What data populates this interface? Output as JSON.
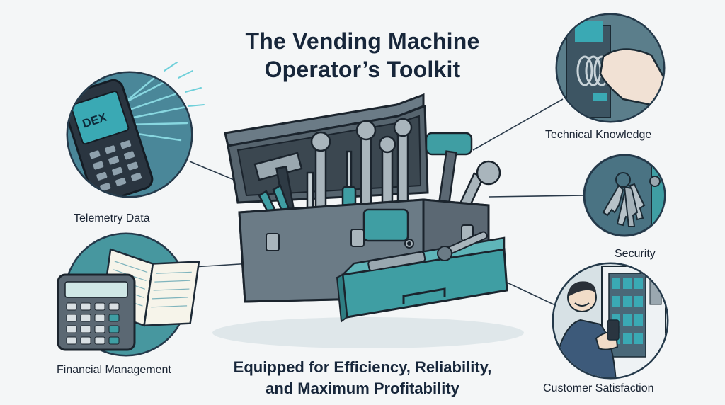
{
  "title": {
    "line1": "The Vending Machine",
    "line2": "Operator’s Toolkit"
  },
  "subtitle": {
    "line1": "Equipped for Efficiency, Reliability,",
    "line2": "and Maximum Profitability"
  },
  "skills": [
    {
      "label": "Telemetry Data",
      "icon": "handheld-dex-scanner-icon"
    },
    {
      "label": "Financial Management",
      "icon": "calculator-ledger-icon"
    },
    {
      "label": "Technical Knowledge",
      "icon": "coin-mechanism-repair-icon"
    },
    {
      "label": "Security",
      "icon": "keys-lock-icon"
    },
    {
      "label": "Customer Satisfaction",
      "icon": "happy-customer-vending-icon"
    }
  ],
  "scanner_screen_text": "DEX",
  "colors": {
    "navy": "#17263a",
    "teal": "#3f9ea3",
    "steel": "#6b7b86",
    "circle_fill": "#3d7485",
    "background": "#f4f6f7"
  }
}
